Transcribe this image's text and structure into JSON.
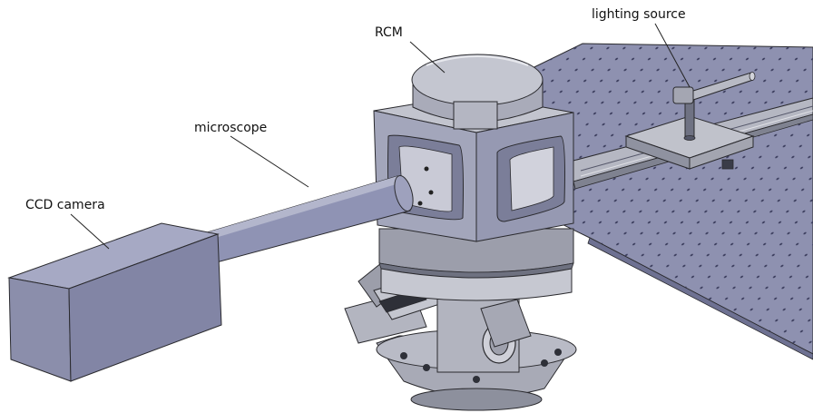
{
  "labels": {
    "rcm": "RCM",
    "lighting_source": "lighting source",
    "microscope": "microscope",
    "ccd_camera": "CCD camera"
  },
  "colors": {
    "metal_light": "#c9cbd1",
    "metal_mid": "#a7a9b3",
    "metal_dark": "#7f8290",
    "blue_gray_light": "#a9abc4",
    "blue_gray_mid": "#9597b4",
    "blue_gray_dark": "#767999",
    "plate": "#8e91b0",
    "plate_dark": "#6e7192",
    "outline": "#2a2a2e",
    "leader": "#222222"
  }
}
